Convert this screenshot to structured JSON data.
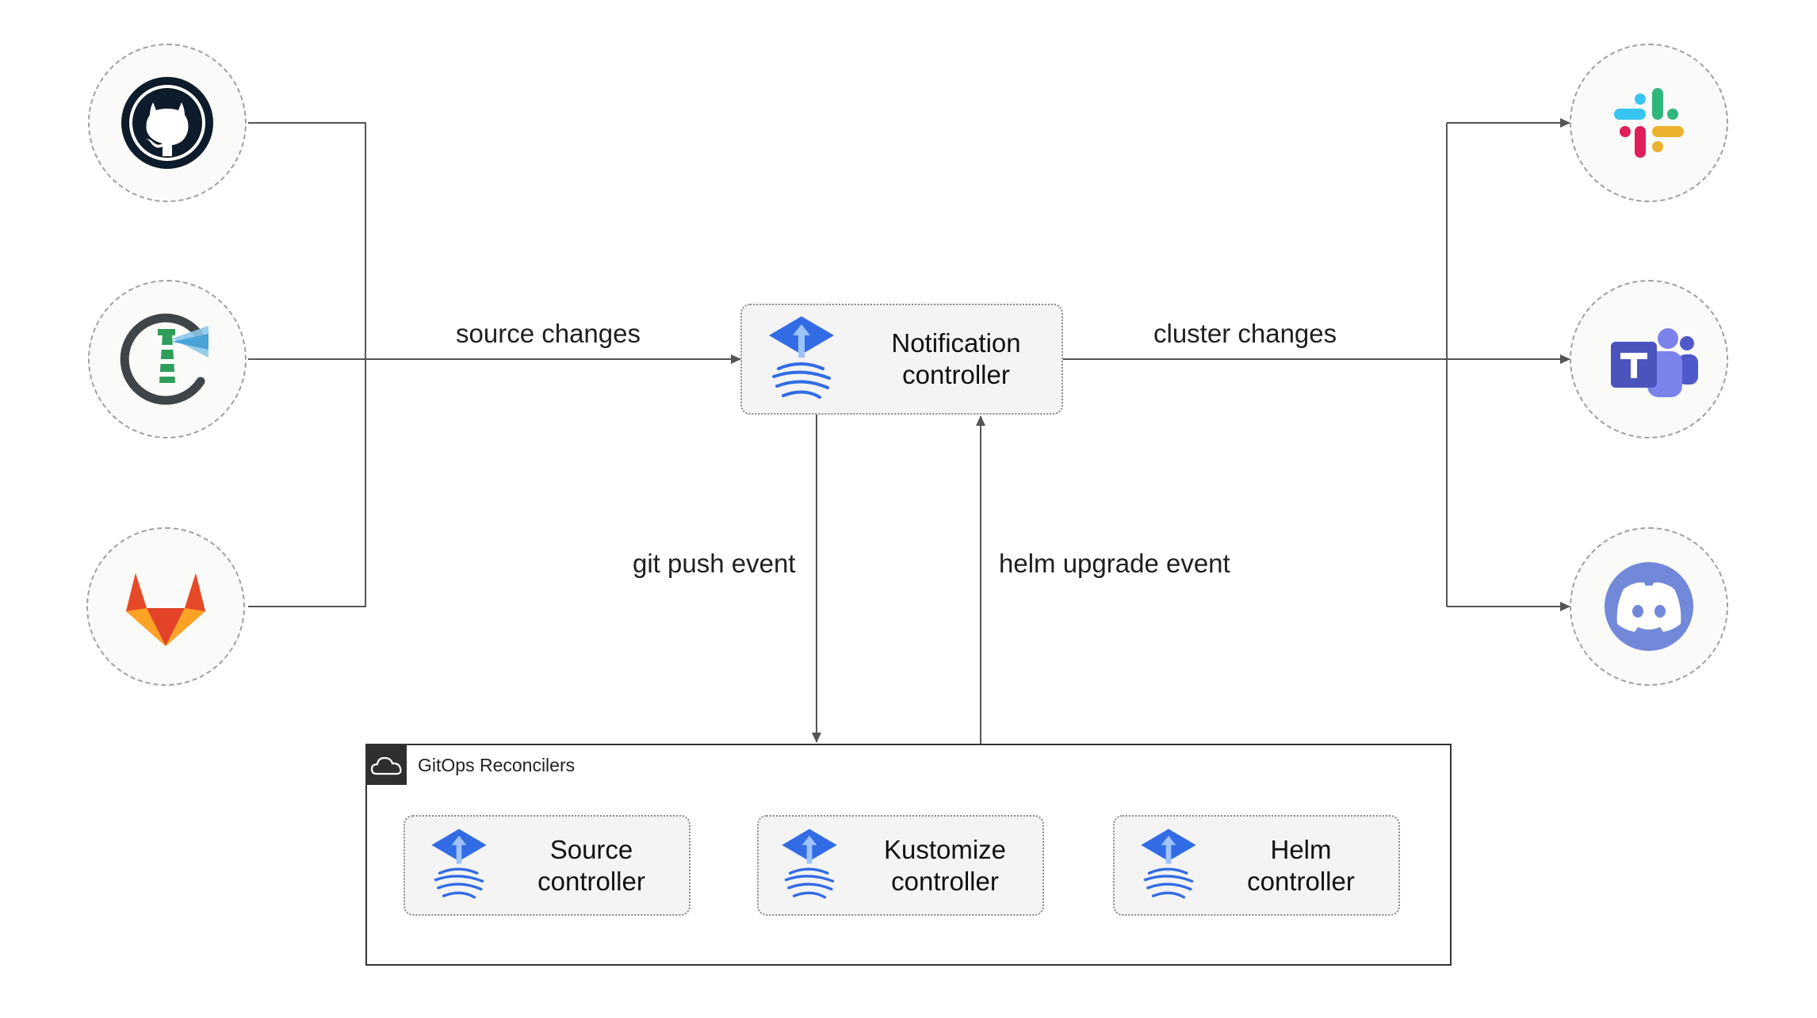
{
  "sources": [
    {
      "name": "github",
      "icon": "github-icon"
    },
    {
      "name": "harbor",
      "icon": "harbor-lighthouse-icon"
    },
    {
      "name": "gitlab",
      "icon": "gitlab-icon"
    }
  ],
  "targets": [
    {
      "name": "slack",
      "icon": "slack-icon"
    },
    {
      "name": "teams",
      "icon": "microsoft-teams-icon"
    },
    {
      "name": "discord",
      "icon": "discord-icon"
    }
  ],
  "edges": {
    "source_changes": "source changes",
    "cluster_changes": "cluster changes",
    "git_push_event": "git push event",
    "helm_upgrade_event": "helm upgrade event"
  },
  "notification_controller": {
    "line1": "Notification",
    "line2": "controller",
    "icon": "flux-icon"
  },
  "reconcilers": {
    "title": "GitOps Reconcilers",
    "icon": "cloud-icon",
    "controllers": [
      {
        "line1": "Source",
        "line2": "controller",
        "icon": "flux-icon"
      },
      {
        "line1": "Kustomize",
        "line2": "controller",
        "icon": "flux-icon"
      },
      {
        "line1": "Helm",
        "line2": "controller",
        "icon": "flux-icon"
      }
    ]
  },
  "colors": {
    "flux_blue": "#326ce5",
    "line": "#555555",
    "slack_blue": "#36c5f0",
    "slack_green": "#2eb67d",
    "slack_red": "#e01e5a",
    "slack_yellow": "#ecb22e",
    "teams_purple": "#5059c9",
    "discord_blurple": "#7289da",
    "gitlab_orange": "#fc6d26",
    "gitlab_red": "#e24329",
    "gitlab_yellow": "#fca326"
  }
}
